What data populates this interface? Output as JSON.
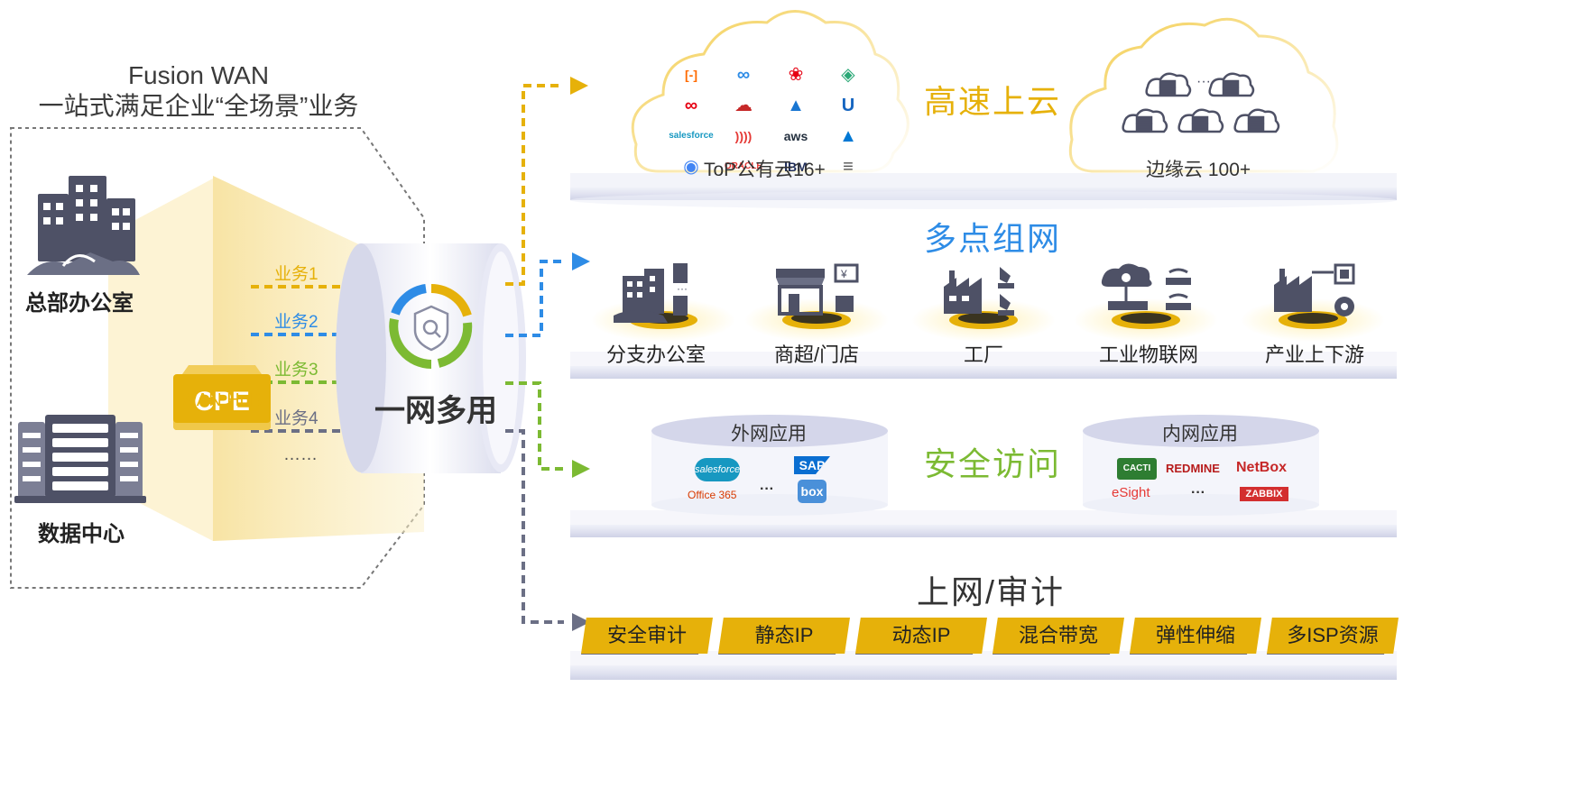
{
  "header": {
    "line1": "Fusion WAN",
    "line2": "一站式满足企业“全场景”业务"
  },
  "sources": {
    "hq": "总部办公室",
    "dc": "数据中心"
  },
  "cpe": {
    "badge": "CPE",
    "subtitle": "WAN HuB"
  },
  "services": [
    {
      "label": "业务1",
      "color": "#e6b10a"
    },
    {
      "label": "业务2",
      "color": "#2e8ce6"
    },
    {
      "label": "业务3",
      "color": "#7cba33"
    },
    {
      "label": "业务4",
      "color": "#6b6f85"
    }
  ],
  "services_more": "……",
  "hub": {
    "label": "一网多用"
  },
  "cloud": {
    "title": "高速上云",
    "title_color": "#e6b10a",
    "public_label": "ToP公有云16+",
    "public_logos": [
      {
        "text": "[-]",
        "color": "#ff6a00"
      },
      {
        "text": "∞",
        "color": "#2e8ce6"
      },
      {
        "text": "❀",
        "color": "#e60012"
      },
      {
        "text": "◈",
        "color": "#2aa876"
      },
      {
        "text": "∞",
        "color": "#e60012"
      },
      {
        "text": "☁",
        "color": "#c62828"
      },
      {
        "text": "▲",
        "color": "#1976d2"
      },
      {
        "text": "U",
        "color": "#1565c0"
      },
      {
        "text": "salesforce",
        "color": "#1798c1"
      },
      {
        "text": "))))",
        "color": "#e53935"
      },
      {
        "text": "aws",
        "color": "#232f3e"
      },
      {
        "text": "▲",
        "color": "#0078d4"
      },
      {
        "text": "◉",
        "color": "#4285f4"
      },
      {
        "text": "ORACLE",
        "color": "#e53935"
      },
      {
        "text": "IBM",
        "color": "#1f2d5a"
      },
      {
        "text": "≡",
        "color": "#555555"
      }
    ],
    "edge_label": "边缘云 100+",
    "edge_more": "···"
  },
  "multipoint": {
    "title": "多点组网",
    "title_color": "#2e8ce6",
    "items": [
      {
        "label": "分支办公室",
        "icon": "branch-office-icon"
      },
      {
        "label": "商超/门店",
        "icon": "store-icon"
      },
      {
        "label": "工厂",
        "icon": "factory-icon"
      },
      {
        "label": "工业物联网",
        "icon": "iiot-icon"
      },
      {
        "label": "产业上下游",
        "icon": "supply-chain-icon"
      }
    ]
  },
  "secure": {
    "title": "安全访问",
    "title_color": "#7cba33",
    "external": {
      "label": "外网应用",
      "apps": [
        {
          "text": "salesforce",
          "color": "#1798c1"
        },
        {
          "text": "SAP",
          "color": "#0a6ed1"
        },
        {
          "text": "Office 365",
          "color": "#d83b01"
        },
        {
          "text": "box",
          "color": "#0061d5"
        }
      ],
      "more": "···"
    },
    "internal": {
      "label": "内网应用",
      "apps": [
        {
          "text": "CACTI",
          "color": "#2e7d32"
        },
        {
          "text": "REDMINE",
          "color": "#b71c1c"
        },
        {
          "text": "NetBox",
          "color": "#c62828"
        },
        {
          "text": "eSight",
          "color": "#e53935"
        },
        {
          "text": "ZABBIX",
          "color": "#d32f2f"
        }
      ],
      "more": "···"
    }
  },
  "internet": {
    "title": "上网/审计",
    "title_color": "#333333",
    "tags": [
      "安全审计",
      "静态IP",
      "动态IP",
      "混合带宽",
      "弹性伸缩",
      "多ISP资源"
    ]
  },
  "colors": {
    "yellow": "#e6b10a",
    "blue": "#2e8ce6",
    "green": "#7cba33",
    "gray": "#6b6f85",
    "platform": "#e9eaf6"
  }
}
